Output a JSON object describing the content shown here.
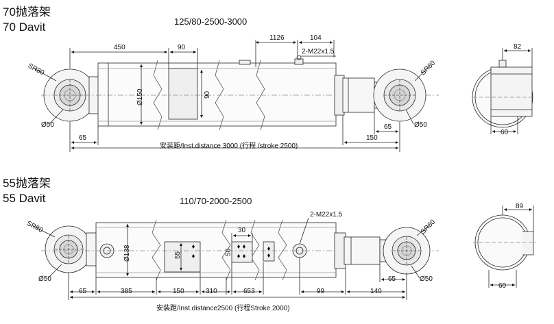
{
  "d70": {
    "title_cn": "70抛落架",
    "title_en": "70 Davit",
    "spec": "125/80-2500-3000",
    "d450": "450",
    "d90a": "90",
    "d90b": "90",
    "d1126": "1126",
    "d104": "104",
    "port": "2-M22x1.5",
    "dia150": "Ø150",
    "sr80": "SR80",
    "sr60": "SR60",
    "phi50a": "Ø50",
    "phi50b": "Ø50",
    "d65a": "65",
    "d65b": "65",
    "d150": "150",
    "inst_prefix": "安装距/Inst.distance",
    "inst_val": "3000",
    "inst_suffix": "(行程 /stroke 2500)",
    "side82": "82",
    "side60": "60"
  },
  "d55": {
    "title_cn": "55抛落架",
    "title_en": "55 Davit",
    "spec": "110/70-2000-2500",
    "port": "2-M22x1.5",
    "dia138": "Ø138",
    "d55": "55",
    "d30": "30",
    "d50": "50",
    "sr80": "SR80",
    "sr60": "SR60",
    "phi50a": "Ø50",
    "phi50b": "Ø50",
    "d65a": "65",
    "d385": "385",
    "d150": "150",
    "d310": "310",
    "d653": "653",
    "d99": "99",
    "d140": "140",
    "d65b": "65",
    "inst_prefix": "安装距/Inst.distance",
    "inst_val": "2500",
    "inst_suffix": "(行程Stroke 2000)",
    "side89": "89",
    "side60": "60"
  }
}
